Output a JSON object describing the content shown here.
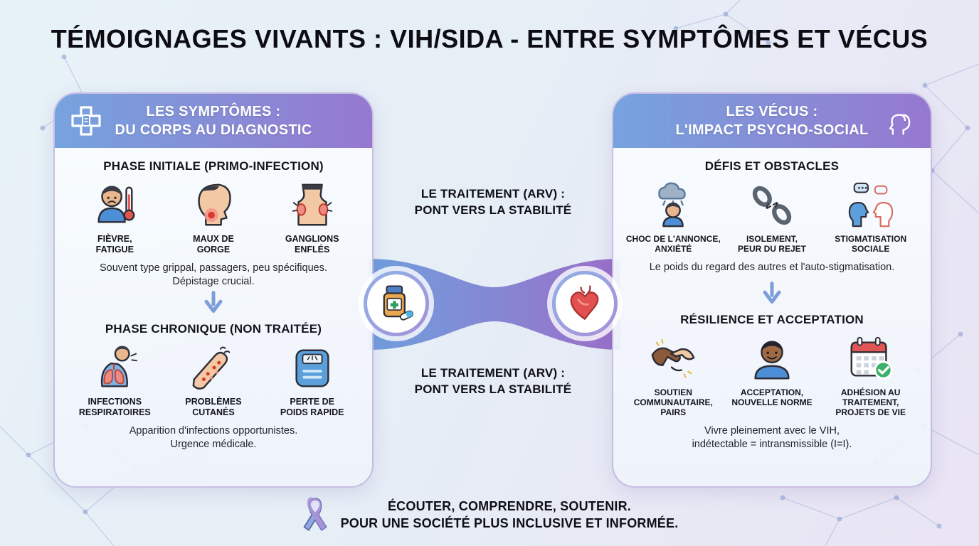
{
  "title": "TÉMOIGNAGES VIVANTS : VIH/SIDA - ENTRE SYMPTÔMES ET VÉCUS",
  "left_panel": {
    "header": "LES SYMPTÔMES :\nDU CORPS AU DIAGNOSTIC",
    "header_icon": "medical-cross-icon",
    "section1": {
      "title": "PHASE INITIALE (PRIMO-INFECTION)",
      "items": [
        {
          "icon": "fever-fatigue-icon",
          "label": "FIÈVRE,\nFATIGUE"
        },
        {
          "icon": "sore-throat-icon",
          "label": "MAUX DE\nGORGE"
        },
        {
          "icon": "swollen-glands-icon",
          "label": "GANGLIONS\nENFLÉS"
        }
      ],
      "note": "Souvent type grippal, passagers, peu spécifiques.\nDépistage crucial."
    },
    "section2": {
      "title": "PHASE CHRONIQUE (NON TRAITÉE)",
      "items": [
        {
          "icon": "respiratory-infection-icon",
          "label": "INFECTIONS\nRESPIRATOIRES"
        },
        {
          "icon": "skin-problems-icon",
          "label": "PROBLÈMES\nCUTANÉS"
        },
        {
          "icon": "weight-scale-icon",
          "label": "PERTE DE\nPOIDS RAPIDE"
        }
      ],
      "note": "Apparition d'infections opportunistes.\nUrgence médicale."
    }
  },
  "right_panel": {
    "header": "LES VÉCUS :\nL'IMPACT PSYCHO-SOCIAL",
    "header_icon": "profile-heads-icon",
    "section1": {
      "title": "DÉFIS ET OBSTACLES",
      "items": [
        {
          "icon": "anxiety-cloud-icon",
          "label": "CHOC DE L'ANNONCE,\nANXIÉTÉ"
        },
        {
          "icon": "broken-chain-icon",
          "label": "ISOLEMENT,\nPEUR DU REJET"
        },
        {
          "icon": "stigma-talk-icon",
          "label": "STIGMATISATION\nSOCIALE"
        }
      ],
      "note": "Le poids du regard des autres et l'auto-stigmatisation."
    },
    "section2": {
      "title": "RÉSILIENCE ET ACCEPTATION",
      "items": [
        {
          "icon": "community-hands-icon",
          "label": "SOUTIEN\nCOMMUNAUTAIRE,\nPAIRS"
        },
        {
          "icon": "acceptance-person-icon",
          "label": "ACCEPTATION,\nNOUVELLE NORME"
        },
        {
          "icon": "calendar-check-icon",
          "label": "ADHÉSION AU\nTRAITEMENT,\nPROJETS DE VIE"
        }
      ],
      "note": "Vivre pleinement avec le VIH,\nindétectable = intransmissible (I=I)."
    }
  },
  "center": {
    "top_label": "LE TRAITEMENT (ARV) :\nPONT VERS LA STABILITÉ",
    "bottom_label": "LE TRAITEMENT (ARV) :\nPONT VERS LA STABILITÉ",
    "left_badge_icon": "pill-bottle-icon",
    "right_badge_icon": "anatomical-heart-icon"
  },
  "footer": {
    "icon": "awareness-ribbon-icon",
    "text": "ÉCOUTER, COMPRENDRE, SOUTENIR.\nPOUR UNE SOCIÉTÉ PLUS INCLUSIVE ET INFORMÉE."
  },
  "colors": {
    "header_gradient_start": "#76a3de",
    "header_gradient_end": "#9678d0",
    "band_gradient_start": "#6f9fdd",
    "band_gradient_end": "#9b6fc9",
    "arrow": "#7d9ed8",
    "background_start": "#e7f2f7",
    "background_end": "#e9e4f4",
    "text_dark": "#0c0c12"
  }
}
